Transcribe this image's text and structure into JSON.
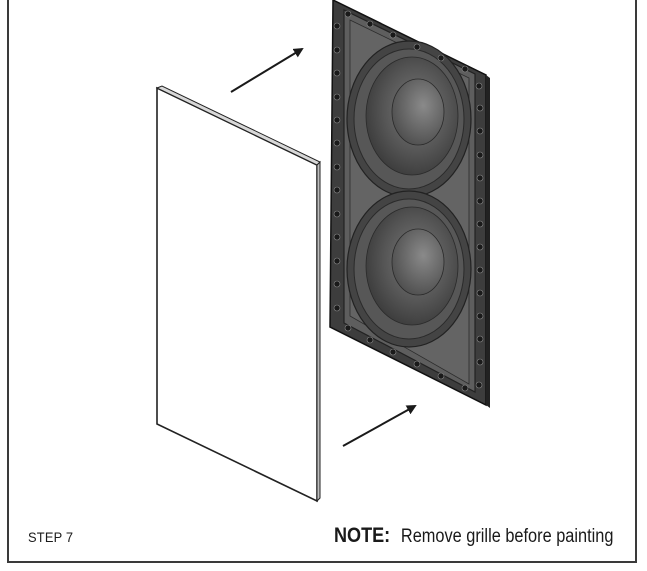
{
  "step": {
    "label": "STEP 7"
  },
  "note": {
    "label": "NOTE:",
    "text": "Remove grille before painting"
  },
  "colors": {
    "frame_border": "#3a3a3a",
    "speaker_frame": "#3d3d3d",
    "speaker_face": "#5b5b5b",
    "woofer_cone": "#4a4a4a",
    "grille": "#ffffff",
    "arrow": "#1a1a1a"
  },
  "illustration": {
    "items": [
      "grille-panel",
      "in-wall-subwoofer",
      "dual-woofers",
      "mounting-screws",
      "removal-arrows"
    ]
  }
}
